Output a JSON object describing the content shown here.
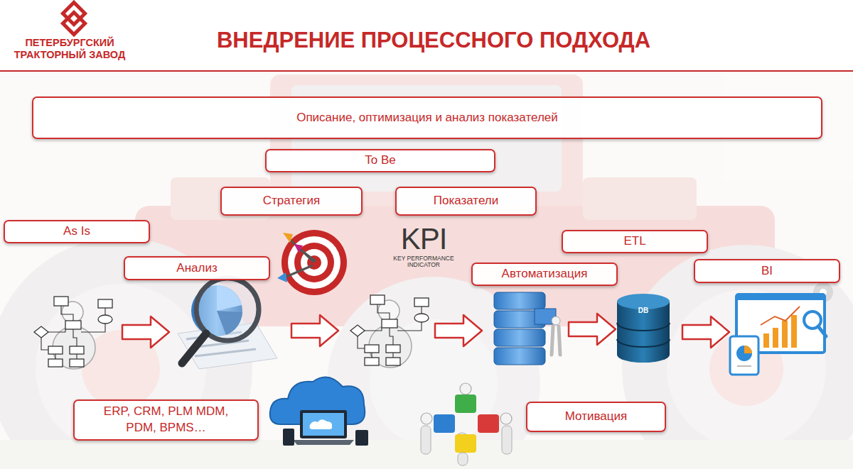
{
  "diagram": {
    "title": "ВНЕДРЕНИЕ ПРОЦЕССНОГО ПОДХОДА",
    "nodes": [
      {
        "text": [
          "Описание, оптимизация и анализ показателей"
        ]
      },
      {
        "text": [
          "To Be"
        ]
      },
      {
        "text": [
          "Стратегия"
        ]
      },
      {
        "text": [
          "Показатели"
        ]
      },
      {
        "text": [
          "As Is"
        ]
      },
      {
        "text": [
          "ETL"
        ]
      },
      {
        "text": [
          "Анализ"
        ]
      },
      {
        "text": [
          "Автоматизация"
        ]
      },
      {
        "text": [
          "BI"
        ]
      },
      {
        "text": [
          "ERP, CRM, PLM MDM, PDM, BPMS…"
        ]
      },
      {
        "text": [
          "Мотивация"
        ]
      }
    ],
    "labels": [
      "ПЕТЕРБУРГСКИЙ ТРАКТОРНЫЙ ЗАВОД",
      "KPI",
      "KEY PERFORMANCE INDICATOR",
      "DB"
    ]
  }
}
